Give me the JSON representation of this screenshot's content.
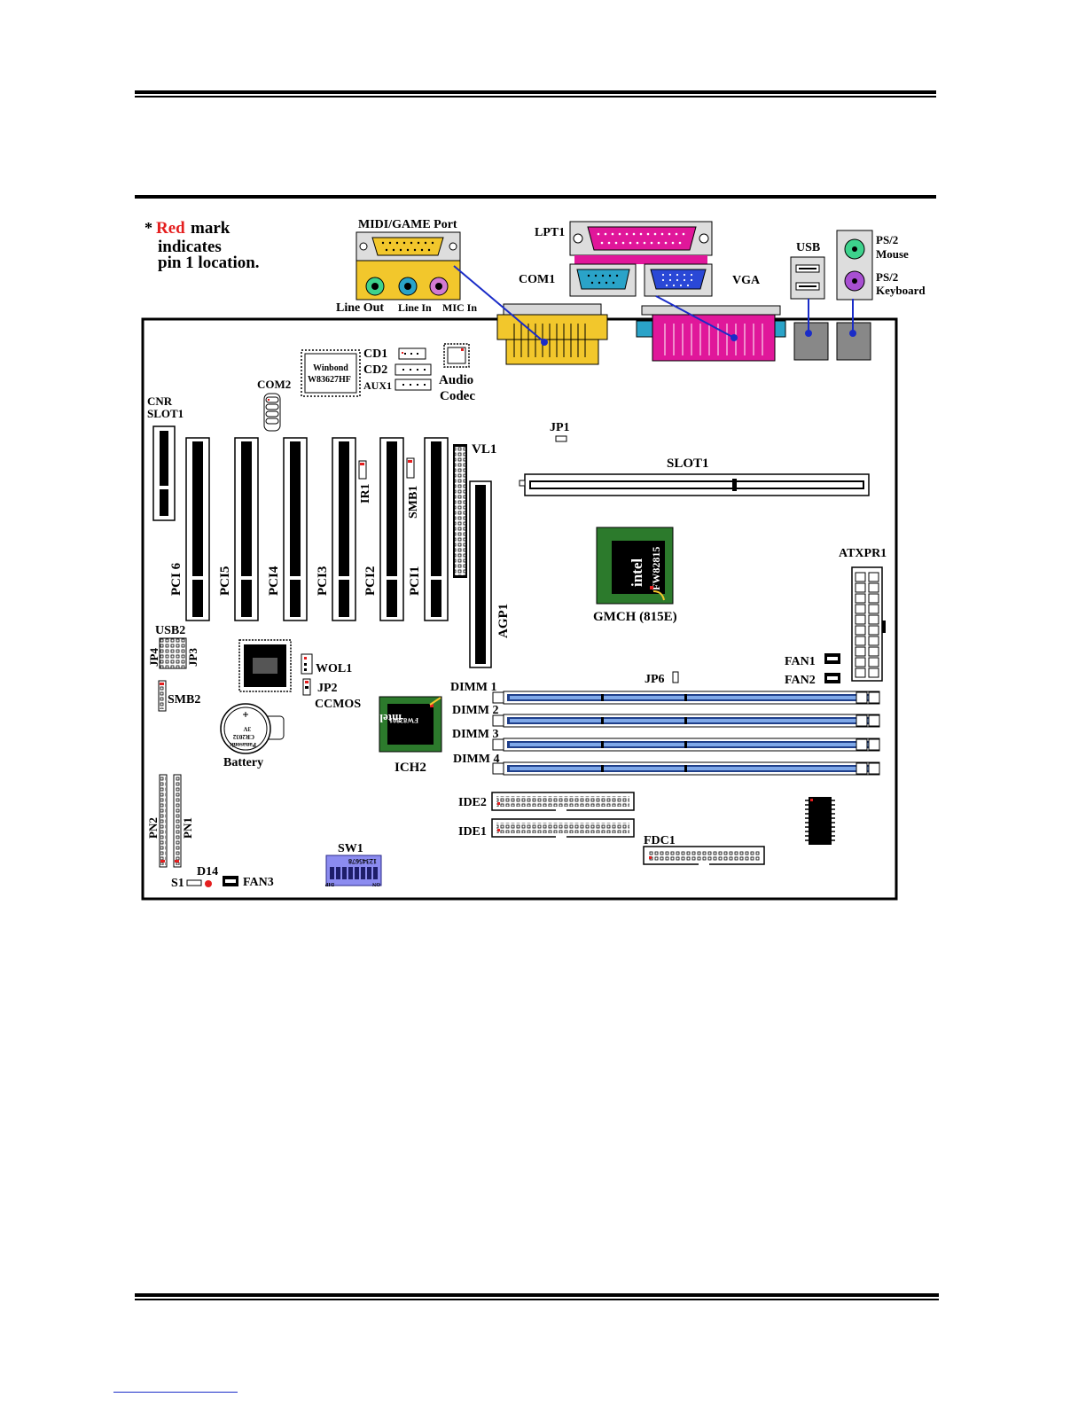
{
  "legend": {
    "asterisk": "*",
    "red_word": "Red",
    "rest_line1": "mark",
    "line2": "indicates",
    "line3": "pin 1 location.",
    "red_color": "#e41e1e"
  },
  "io": {
    "midi_game_port": "MIDI/GAME Port",
    "line_out": "Line Out",
    "line_in": "Line In",
    "mic_in": "MIC In",
    "lpt1": "LPT1",
    "com1": "COM1",
    "vga": "VGA",
    "usb": "USB",
    "ps2_mouse_1": "PS/2",
    "ps2_mouse_2": "Mouse",
    "ps2_kbd_1": "PS/2",
    "ps2_kbd_2": "Keyboard"
  },
  "board": {
    "cd1": "CD1",
    "cd2": "CD2",
    "aux1": "AUX1",
    "audio_codec_1": "Audio",
    "audio_codec_2": "Codec",
    "winbond_1": "Winbond",
    "winbond_2": "W83627HF",
    "com2": "COM2",
    "cnr_slot_1": "CNR",
    "cnr_slot_2": "SLOT1",
    "pci": [
      "PCI 6",
      "PCI5",
      "PCI4",
      "PCI3",
      "PCI2",
      "PCI1"
    ],
    "ir1": "IR1",
    "smb1": "SMB1",
    "vl1": "VL1",
    "agp1": "AGP1",
    "jp1": "JP1",
    "slot1": "SLOT1",
    "gmch_chip_1": "intel",
    "gmch_chip_2": "FW82815",
    "gmch": "GMCH (815E)",
    "atxpr1": "ATXPR1",
    "fan1": "FAN1",
    "fan2": "FAN2",
    "jp6": "JP6",
    "usb2": "USB2",
    "jp4": "JP4",
    "jp3": "JP3",
    "smb2": "SMB2",
    "wol1": "WOL1",
    "jp2": "JP2",
    "ccmos": "CCMOS",
    "dimm": [
      "DIMM 1",
      "DIMM 2",
      "DIMM 3",
      "DIMM 4"
    ],
    "ich2_chip_1": "intel",
    "ich2_chip_2": "FW82801",
    "ich2": "ICH2",
    "battery_text_1": "Panasonic",
    "battery_text_2": "CR2032",
    "battery_text_3": "3V",
    "battery": "Battery",
    "ide2": "IDE2",
    "ide1": "IDE1",
    "fdc1": "FDC1",
    "pn2": "PN2",
    "pn1": "PN1",
    "s1": "S1",
    "d14": "D14",
    "fan3": "FAN3",
    "sw1": "SW1",
    "sw1_digits": "12345678",
    "sw1_dip": "DIP",
    "sw1_on": "ON"
  },
  "colors": {
    "game_port": "#f2c72c",
    "lpt": "#e0179a",
    "com": "#2aa3c8",
    "vga": "#2a48d6",
    "ps2_mouse": "#3dd28c",
    "ps2_kbd": "#a84fd2",
    "chip_green": "#2c7a2c",
    "dip_switch": "#8c8cf0",
    "pin1_red": "#e41e1e",
    "leader_line": "#1a2cc8"
  }
}
